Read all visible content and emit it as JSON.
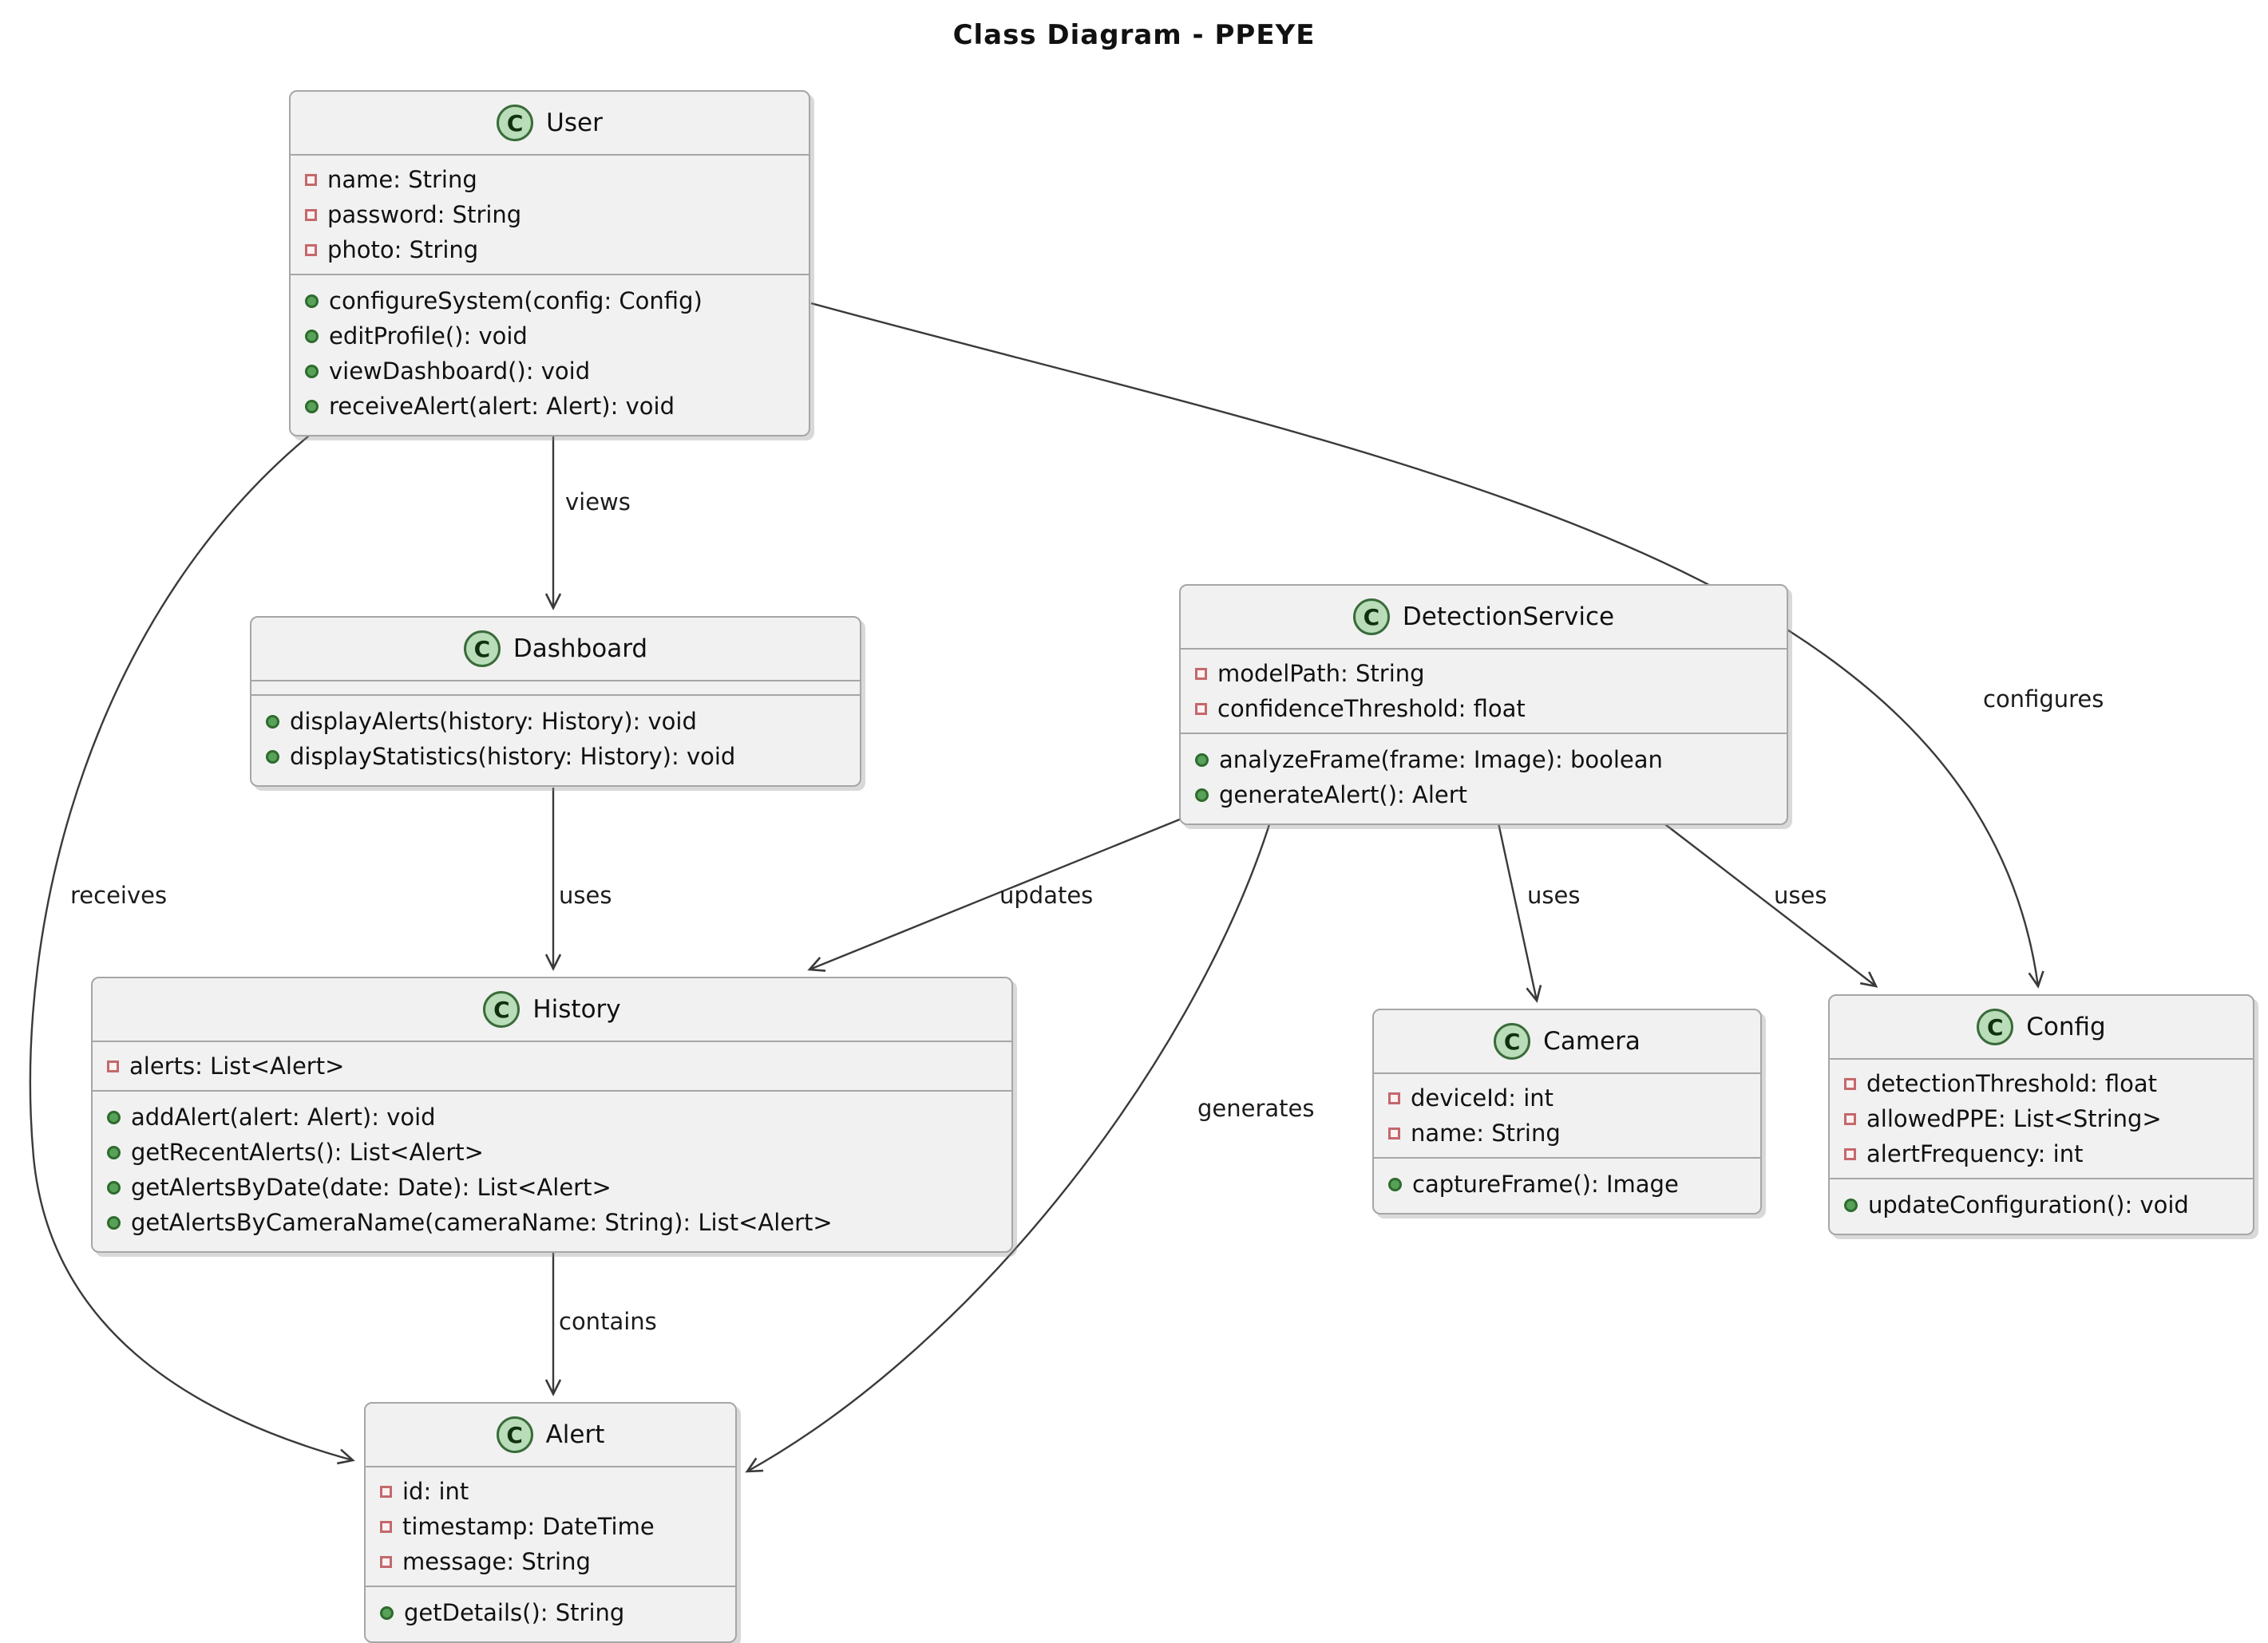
{
  "title": "Class Diagram - PPEYE",
  "class_icon_letter": "C",
  "colors": {
    "background": "#ffffff",
    "box_fill": "#f1f1f1",
    "box_border": "#a6a6a6",
    "edge_color": "#3a3a3a",
    "text": "#111111",
    "class_icon_fill": "#b9dcb9",
    "class_icon_border": "#3a6b3a",
    "attribute_icon_border": "#c4686c",
    "method_icon_fill": "#58a158",
    "method_icon_border": "#2e6b2e"
  },
  "classes": [
    {
      "name": "User",
      "attributes": [
        "name: String",
        "password: String",
        "photo: String"
      ],
      "methods": [
        "configureSystem(config: Config)",
        "editProfile(): void",
        "viewDashboard(): void",
        "receiveAlert(alert: Alert): void"
      ]
    },
    {
      "name": "Dashboard",
      "attributes": [],
      "methods": [
        "displayAlerts(history: History): void",
        "displayStatistics(history: History): void"
      ]
    },
    {
      "name": "DetectionService",
      "attributes": [
        "modelPath: String",
        "confidenceThreshold: float"
      ],
      "methods": [
        "analyzeFrame(frame: Image): boolean",
        "generateAlert(): Alert"
      ]
    },
    {
      "name": "History",
      "attributes": [
        "alerts: List<Alert>"
      ],
      "methods": [
        "addAlert(alert: Alert): void",
        "getRecentAlerts(): List<Alert>",
        "getAlertsByDate(date: Date): List<Alert>",
        "getAlertsByCameraName(cameraName: String): List<Alert>"
      ]
    },
    {
      "name": "Camera",
      "attributes": [
        "deviceId: int",
        "name: String"
      ],
      "methods": [
        "captureFrame(): Image"
      ]
    },
    {
      "name": "Config",
      "attributes": [
        "detectionThreshold: float",
        "allowedPPE: List<String>",
        "alertFrequency: int"
      ],
      "methods": [
        "updateConfiguration(): void"
      ]
    },
    {
      "name": "Alert",
      "attributes": [
        "id: int",
        "timestamp: DateTime",
        "message: String"
      ],
      "methods": [
        "getDetails(): String"
      ]
    }
  ],
  "relations": [
    {
      "from": "User",
      "to": "Dashboard",
      "label": "views"
    },
    {
      "from": "User",
      "to": "Config",
      "label": "configures"
    },
    {
      "from": "User",
      "to": "Alert",
      "label": "receives"
    },
    {
      "from": "Dashboard",
      "to": "History",
      "label": "uses"
    },
    {
      "from": "DetectionService",
      "to": "History",
      "label": "updates"
    },
    {
      "from": "DetectionService",
      "to": "Camera",
      "label": "uses"
    },
    {
      "from": "DetectionService",
      "to": "Config",
      "label": "uses"
    },
    {
      "from": "DetectionService",
      "to": "Alert",
      "label": "generates"
    },
    {
      "from": "History",
      "to": "Alert",
      "label": "contains"
    }
  ]
}
